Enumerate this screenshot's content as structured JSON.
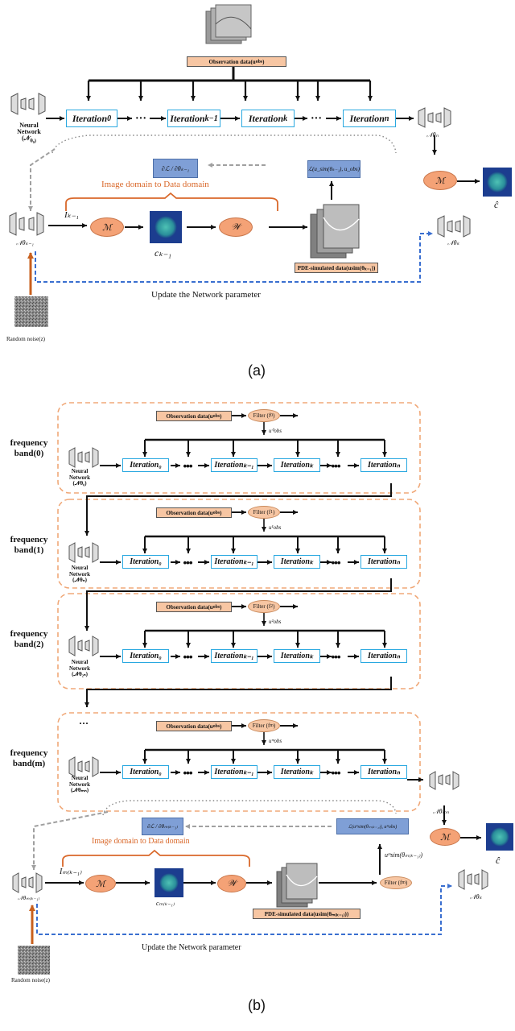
{
  "panel_a": {
    "label": "(a)",
    "observation": "Observation data(u",
    "observation_sub": "obs",
    "iterations": [
      {
        "text": "Iteration",
        "sub": "0"
      },
      {
        "text": "Iteration",
        "sub": "k−1"
      },
      {
        "text": "Iteration",
        "sub": "k"
      },
      {
        "text": "Iteration",
        "sub": "n"
      }
    ],
    "dots": "⋯",
    "neural_network": "Neural",
    "neural_network2": "Network",
    "nn_symbol": "(𝒩",
    "nn_symbol_sub": "θ₀)",
    "n_theta_n": "𝒩θₙ",
    "grad": "∂ℒ / ∂θₖ₋₁",
    "loss": "ℒ(u_sim(θₖ₋₁), u_obs)",
    "domain_text": "Image domain to Data domain",
    "i_k": "Iₖ₋₁",
    "m_symbol": "ℳ",
    "w_symbol": "𝒲",
    "c_k": "cₖ₋₁",
    "n_theta_k1": "𝒩θₖ₋₁",
    "pde": "PDE-simulated data(u",
    "pde_tail": "sim(θₖ₋₁))",
    "update": "Update the Network parameter",
    "noise": "Random noise(z)",
    "c_hat": "ĉ",
    "n_theta_k": "𝒩θₖ"
  },
  "panel_b": {
    "label": "(b)",
    "bands": [
      {
        "name": "frequency",
        "idx": "band(0)",
        "filter": "Filter (f",
        "filter_sub": "0",
        "u_obs": "u⁰obs",
        "nn1": "Neural",
        "nn2": "Network",
        "nn3": "(𝒩θ₀)",
        "iters": [
          "Iteration₀",
          "Iterationₖ₋₁",
          "Iterationₖ",
          "Iterationₙ"
        ]
      },
      {
        "name": "frequency",
        "idx": "band(1)",
        "filter": "Filter (f",
        "filter_sub": "1",
        "u_obs": "u¹obs",
        "nn1": "Neural",
        "nn2": "Network",
        "nn3": "(𝒩θₙ)",
        "iters": [
          "Iteration₀",
          "Iterationₖ₋₁",
          "Iterationₖ",
          "Iterationₙ"
        ]
      },
      {
        "name": "frequency",
        "idx": "band(2)",
        "filter": "Filter (f",
        "filter_sub": "2",
        "u_obs": "u²obs",
        "nn1": "Neural",
        "nn2": "Network",
        "nn3": "(𝒩θ₂ₙ)",
        "iters": [
          "Iteration₀",
          "Iterationₖ₋₁",
          "Iterationₖ",
          "Iterationₙ"
        ]
      },
      {
        "name": "frequency",
        "idx": "band(m)",
        "filter": "Filter (f",
        "filter_sub": "m",
        "u_obs": "uᵐobs",
        "nn1": "Neural",
        "nn2": "Network",
        "nn3": "(𝒩θₘₙ)",
        "iters": [
          "Iteration₀",
          "Iterationₖ₋₁",
          "Iterationₖ",
          "Iterationₙ"
        ]
      }
    ],
    "observation": "Observation data(u",
    "observation_sub": "obs",
    "ellipsis": "⋯ ⋯",
    "n_theta_mn": "𝒩θₘₙ",
    "grad": "∂ℒ / ∂θₘ₍ₖ₋₁₎",
    "loss": "ℒ(uᵐsim(θₘ₍ₖ₋₁₎), uᵐobs)",
    "domain_text": "Image domain to Data domain",
    "i_mk": "Iₘ₍ₖ₋₁₎",
    "m_symbol": "ℳ",
    "w_symbol": "𝒲",
    "c_mk": "cₘ₍ₖ₋₁₎",
    "n_theta_mk": "𝒩θₘ₍ₖ₋₁₎",
    "pde": "PDE-simulated data(u",
    "pde_tail": "sim(θₘ₍ₖ₋₁₎))",
    "u_sim_label": "uᵐsim(θₘ₍ₖ₋₁₎)",
    "filter_m": "Filter (f",
    "filter_m_sub": "m",
    "update": "Update the Network parameter",
    "noise": "Random noise(z)",
    "c_hat": "ĉ",
    "n_theta_k": "𝒩θₖ"
  },
  "colors": {
    "iter_border": "#29a8e0",
    "peach": "#f7c6a3",
    "m_circle": "#f4a276",
    "loss_box": "#7f9fd6",
    "dashed_orange": "#f0a878",
    "dashed_blue": "#3a6fd0",
    "arrow_orange": "#c8601e",
    "text_orange": "#d9682a"
  }
}
